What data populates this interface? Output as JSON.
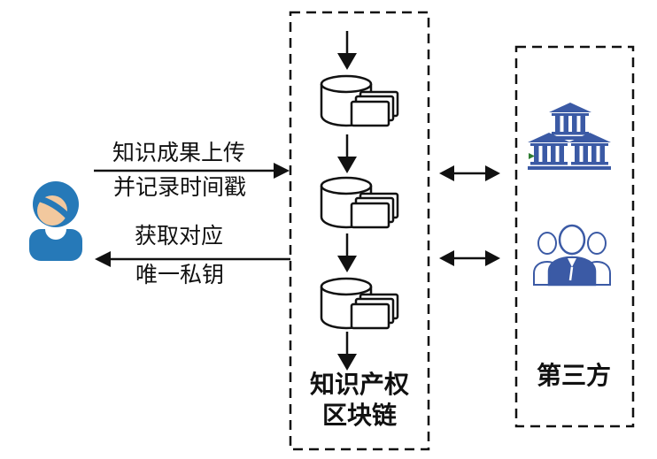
{
  "flows": {
    "upload": {
      "label_line1": "知识成果上传",
      "label_line2": "并记录时间戳"
    },
    "retrieve": {
      "label_line1": "获取对应",
      "label_line2": "唯一私钥"
    }
  },
  "blockchain_box": {
    "label_line1": "知识产权",
    "label_line2": "区块链",
    "node_icon": "database-with-documents-icon",
    "node_count": 3
  },
  "third_party_box": {
    "label": "第三方",
    "icons": [
      "bank-buildings-icon",
      "people-group-icon"
    ]
  },
  "actors": {
    "user": {
      "icon": "user-avatar-icon"
    }
  },
  "colors": {
    "ink": "#111111",
    "person_blue": "#2679b8",
    "person_skin": "#f2c89e",
    "institution_blue": "#3b5aa5",
    "green_artifact": "#2e7d32"
  }
}
